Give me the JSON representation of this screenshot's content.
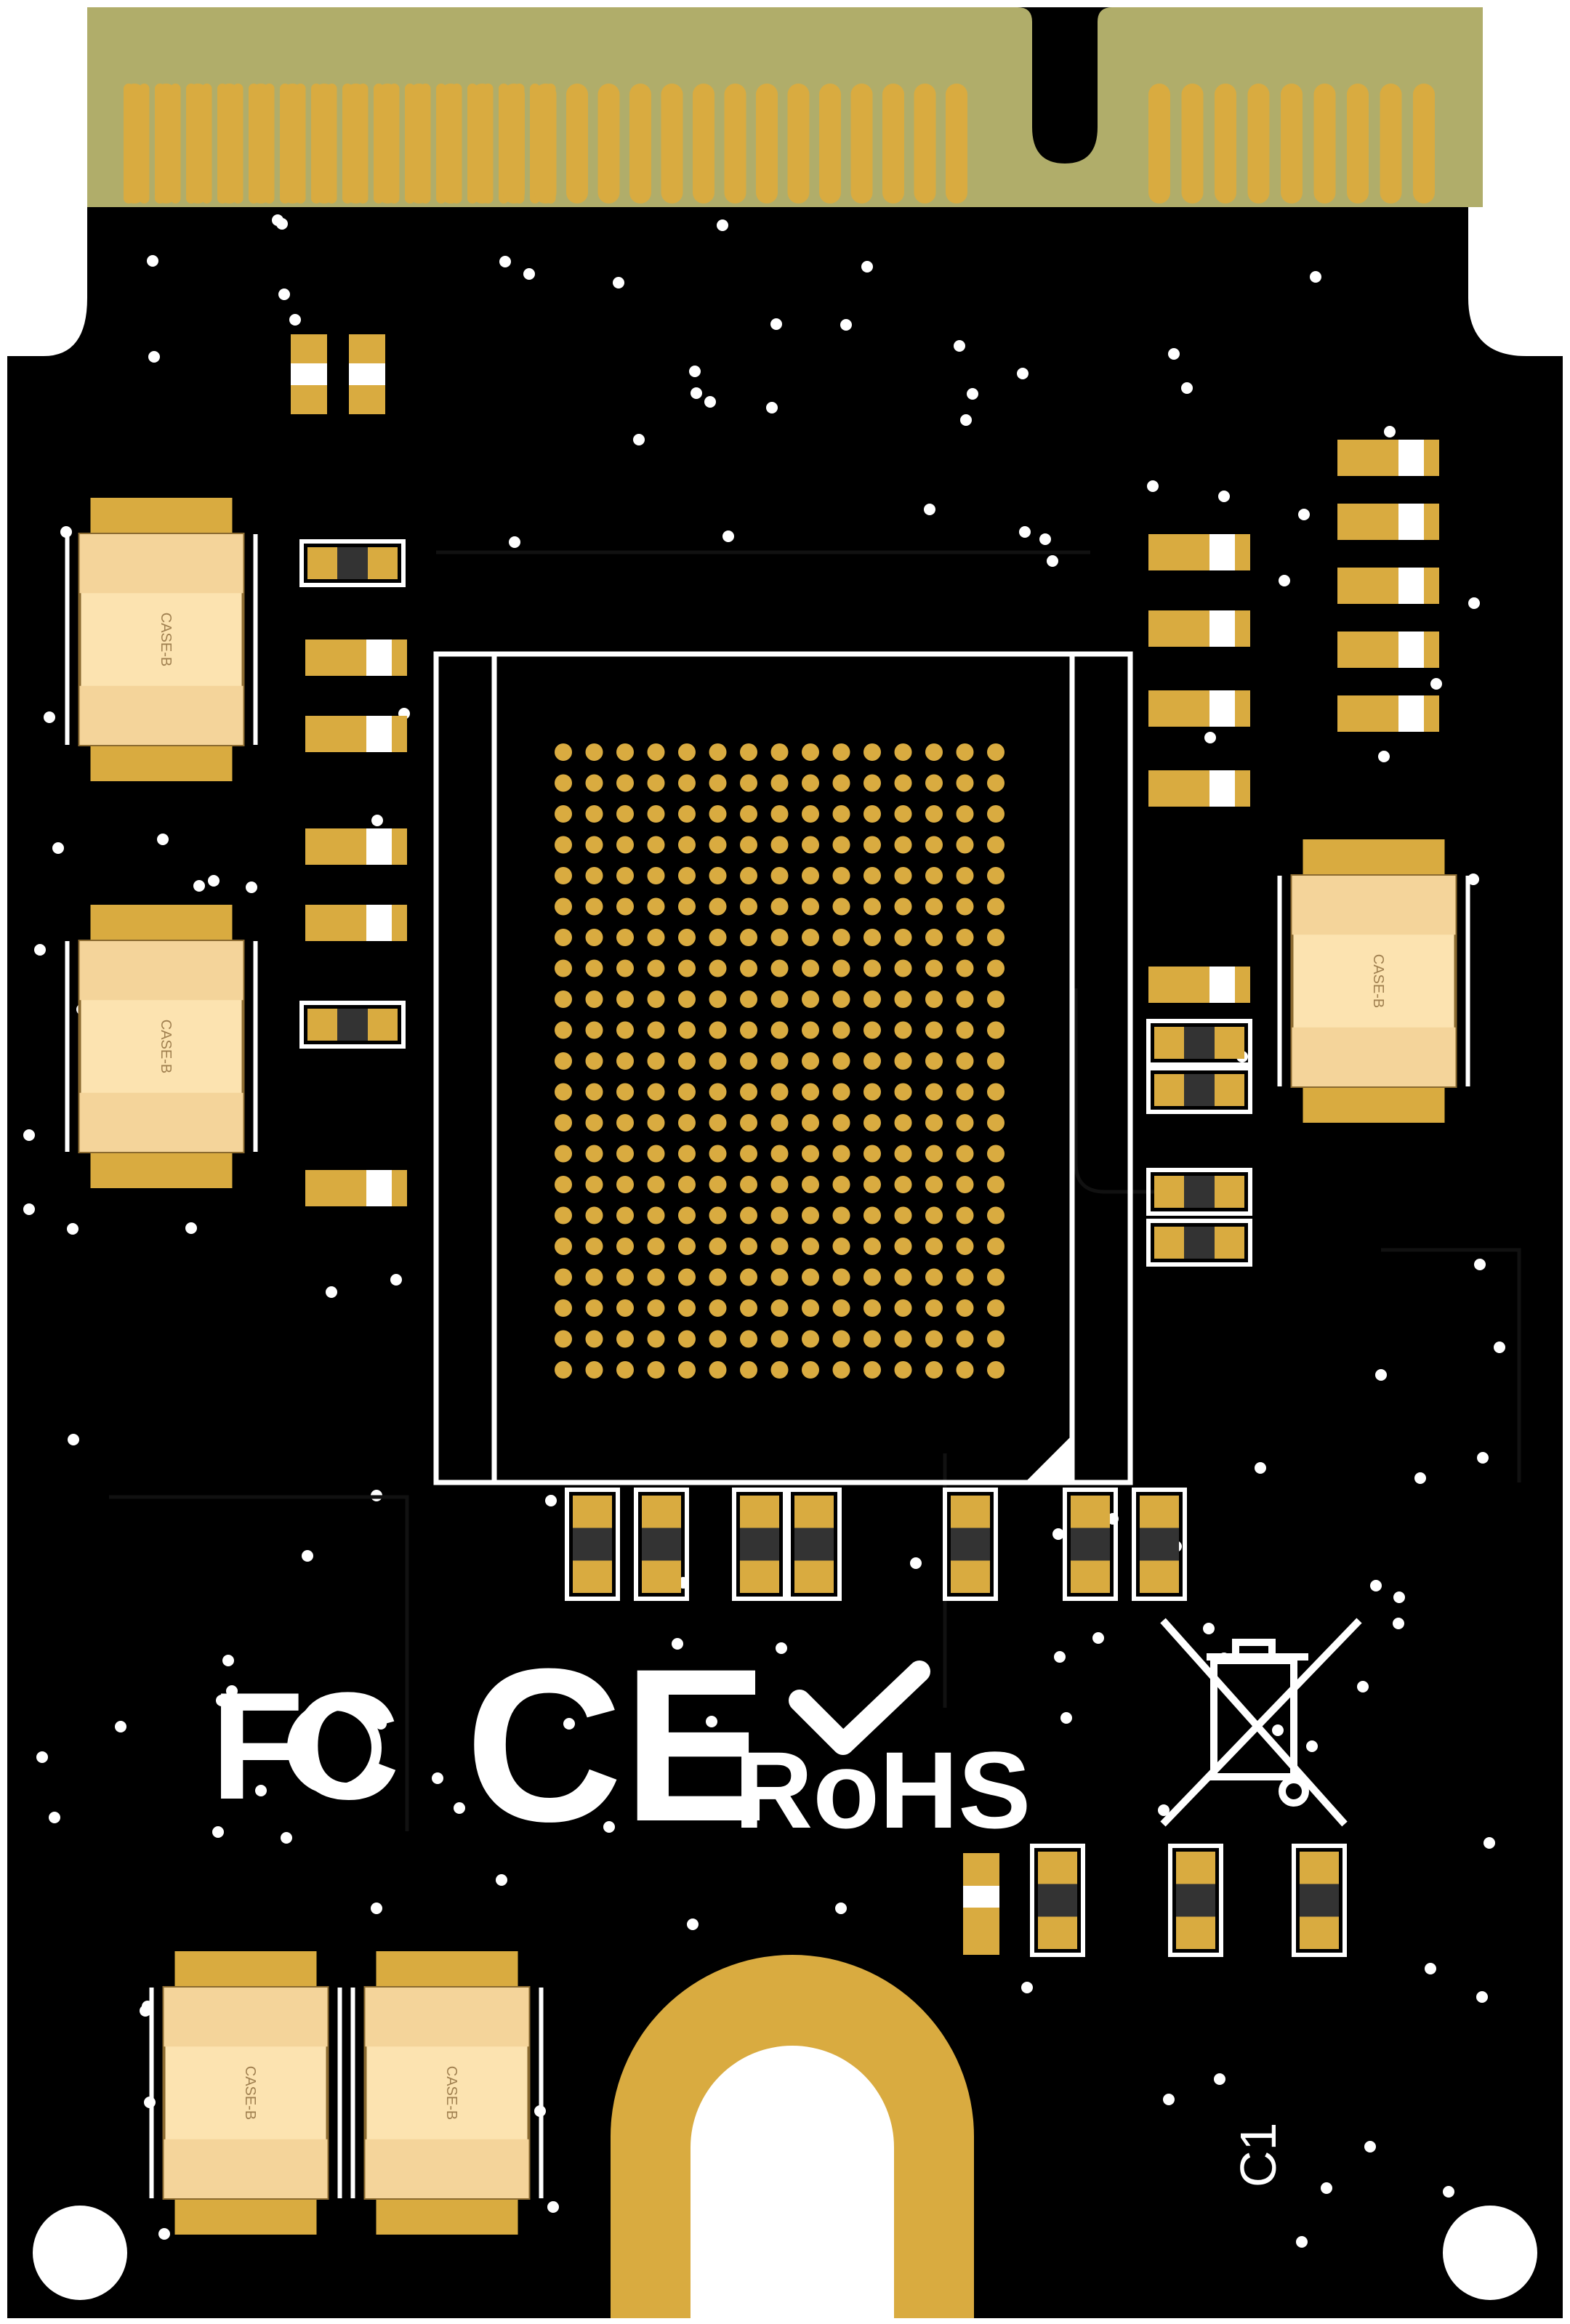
{
  "board": {
    "silkscreen_ref": "C1",
    "capacitor_case_label": "CASE-B",
    "logo_fcc": "FC",
    "logo_ce": "CE",
    "logo_rohs": "RoHS",
    "weee_symbol": "weee-crossed-bin-icon"
  },
  "colors": {
    "background": "#ffffff",
    "board": "#000000",
    "gold": "#d9ab40",
    "edge_plating": "#b0ad6a",
    "silk": "#ffffff",
    "cap_body": "#fce3b0",
    "cap_band": "#f4d49a"
  }
}
